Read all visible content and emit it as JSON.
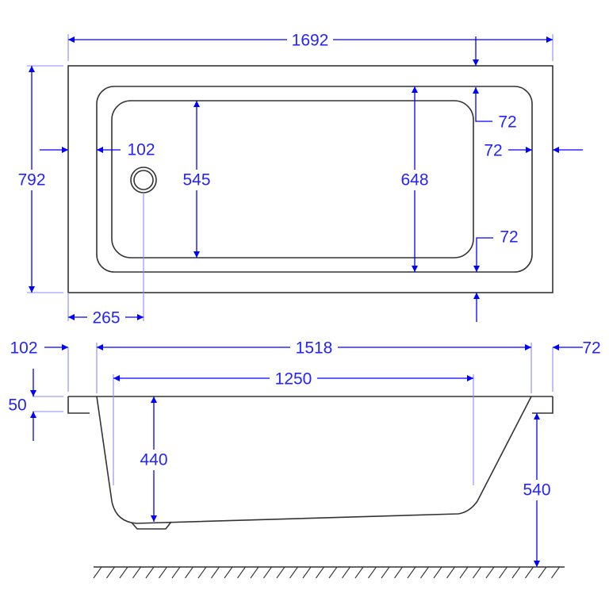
{
  "colors": {
    "dimension": "#0000ff",
    "outline": "#333333",
    "extension": "#8a8aff"
  },
  "top_view": {
    "overall_length": "1692",
    "overall_width": "792",
    "left_rim": "102",
    "basin_width": "545",
    "inner_width": "648",
    "top_rim": "72",
    "right_rim": "72",
    "bottom_rim": "72",
    "drain_offset": "265"
  },
  "side_view": {
    "left_rim": "102",
    "inner_length_top": "1518",
    "right_rim": "72",
    "basin_length": "1250",
    "rim_thickness": "50",
    "depth": "440",
    "height": "540"
  }
}
